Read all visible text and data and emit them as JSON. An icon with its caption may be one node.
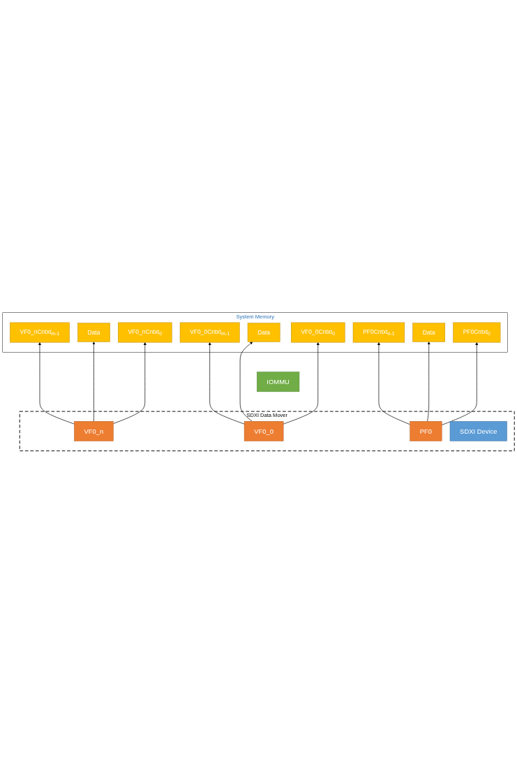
{
  "diagram": {
    "nodes": [
      {
        "text": [
          "System Memory"
        ]
      },
      {
        "text": [
          "Data"
        ],
        "in": 0
      },
      {
        "text": [
          "Data"
        ],
        "in": 0
      },
      {
        "text": [
          "Data"
        ],
        "in": 0
      },
      {
        "text": [
          "VF0_nCntxt$_{m-1}$"
        ],
        "in": 0
      },
      {
        "text": [
          "VF0_nCntxt$_{0}$"
        ],
        "in": 0
      },
      {
        "text": [
          "VF0_0Cntxt$_{m-1}$"
        ],
        "in": 0
      },
      {
        "text": [
          "VF0_0Cntxt$_{0}$"
        ],
        "in": 0
      },
      {
        "text": [
          "PF0Cntxt$_{n-1}$"
        ],
        "in": 0
      },
      {
        "text": [
          "PF0Cntxt$_{0}$"
        ],
        "in": 0
      },
      {
        "text": [
          "IOMMU"
        ]
      },
      {
        "text": [
          "SDXI Data Mover"
        ]
      },
      {
        "text": [
          "VF0_n"
        ],
        "in": 11
      },
      {
        "text": [
          "VF0_0"
        ],
        "in": 11
      },
      {
        "text": [
          "PF0"
        ],
        "in": 11
      },
      {
        "text": [
          "SDXI Device"
        ],
        "in": 11
      }
    ],
    "edges": [
      {
        "from": 12,
        "to": 4,
        "arrow": "to"
      },
      {
        "from": 12,
        "to": 1,
        "arrow": "to"
      },
      {
        "from": 12,
        "to": 5,
        "arrow": "to"
      },
      {
        "from": 13,
        "to": 6,
        "arrow": "to"
      },
      {
        "from": 13,
        "to": 2,
        "arrow": "to"
      },
      {
        "from": 13,
        "to": 7,
        "arrow": "to"
      },
      {
        "from": 14,
        "to": 8,
        "arrow": "to"
      },
      {
        "from": 14,
        "to": 3,
        "arrow": "to"
      },
      {
        "from": 14,
        "to": 9,
        "arrow": "to"
      }
    ]
  }
}
